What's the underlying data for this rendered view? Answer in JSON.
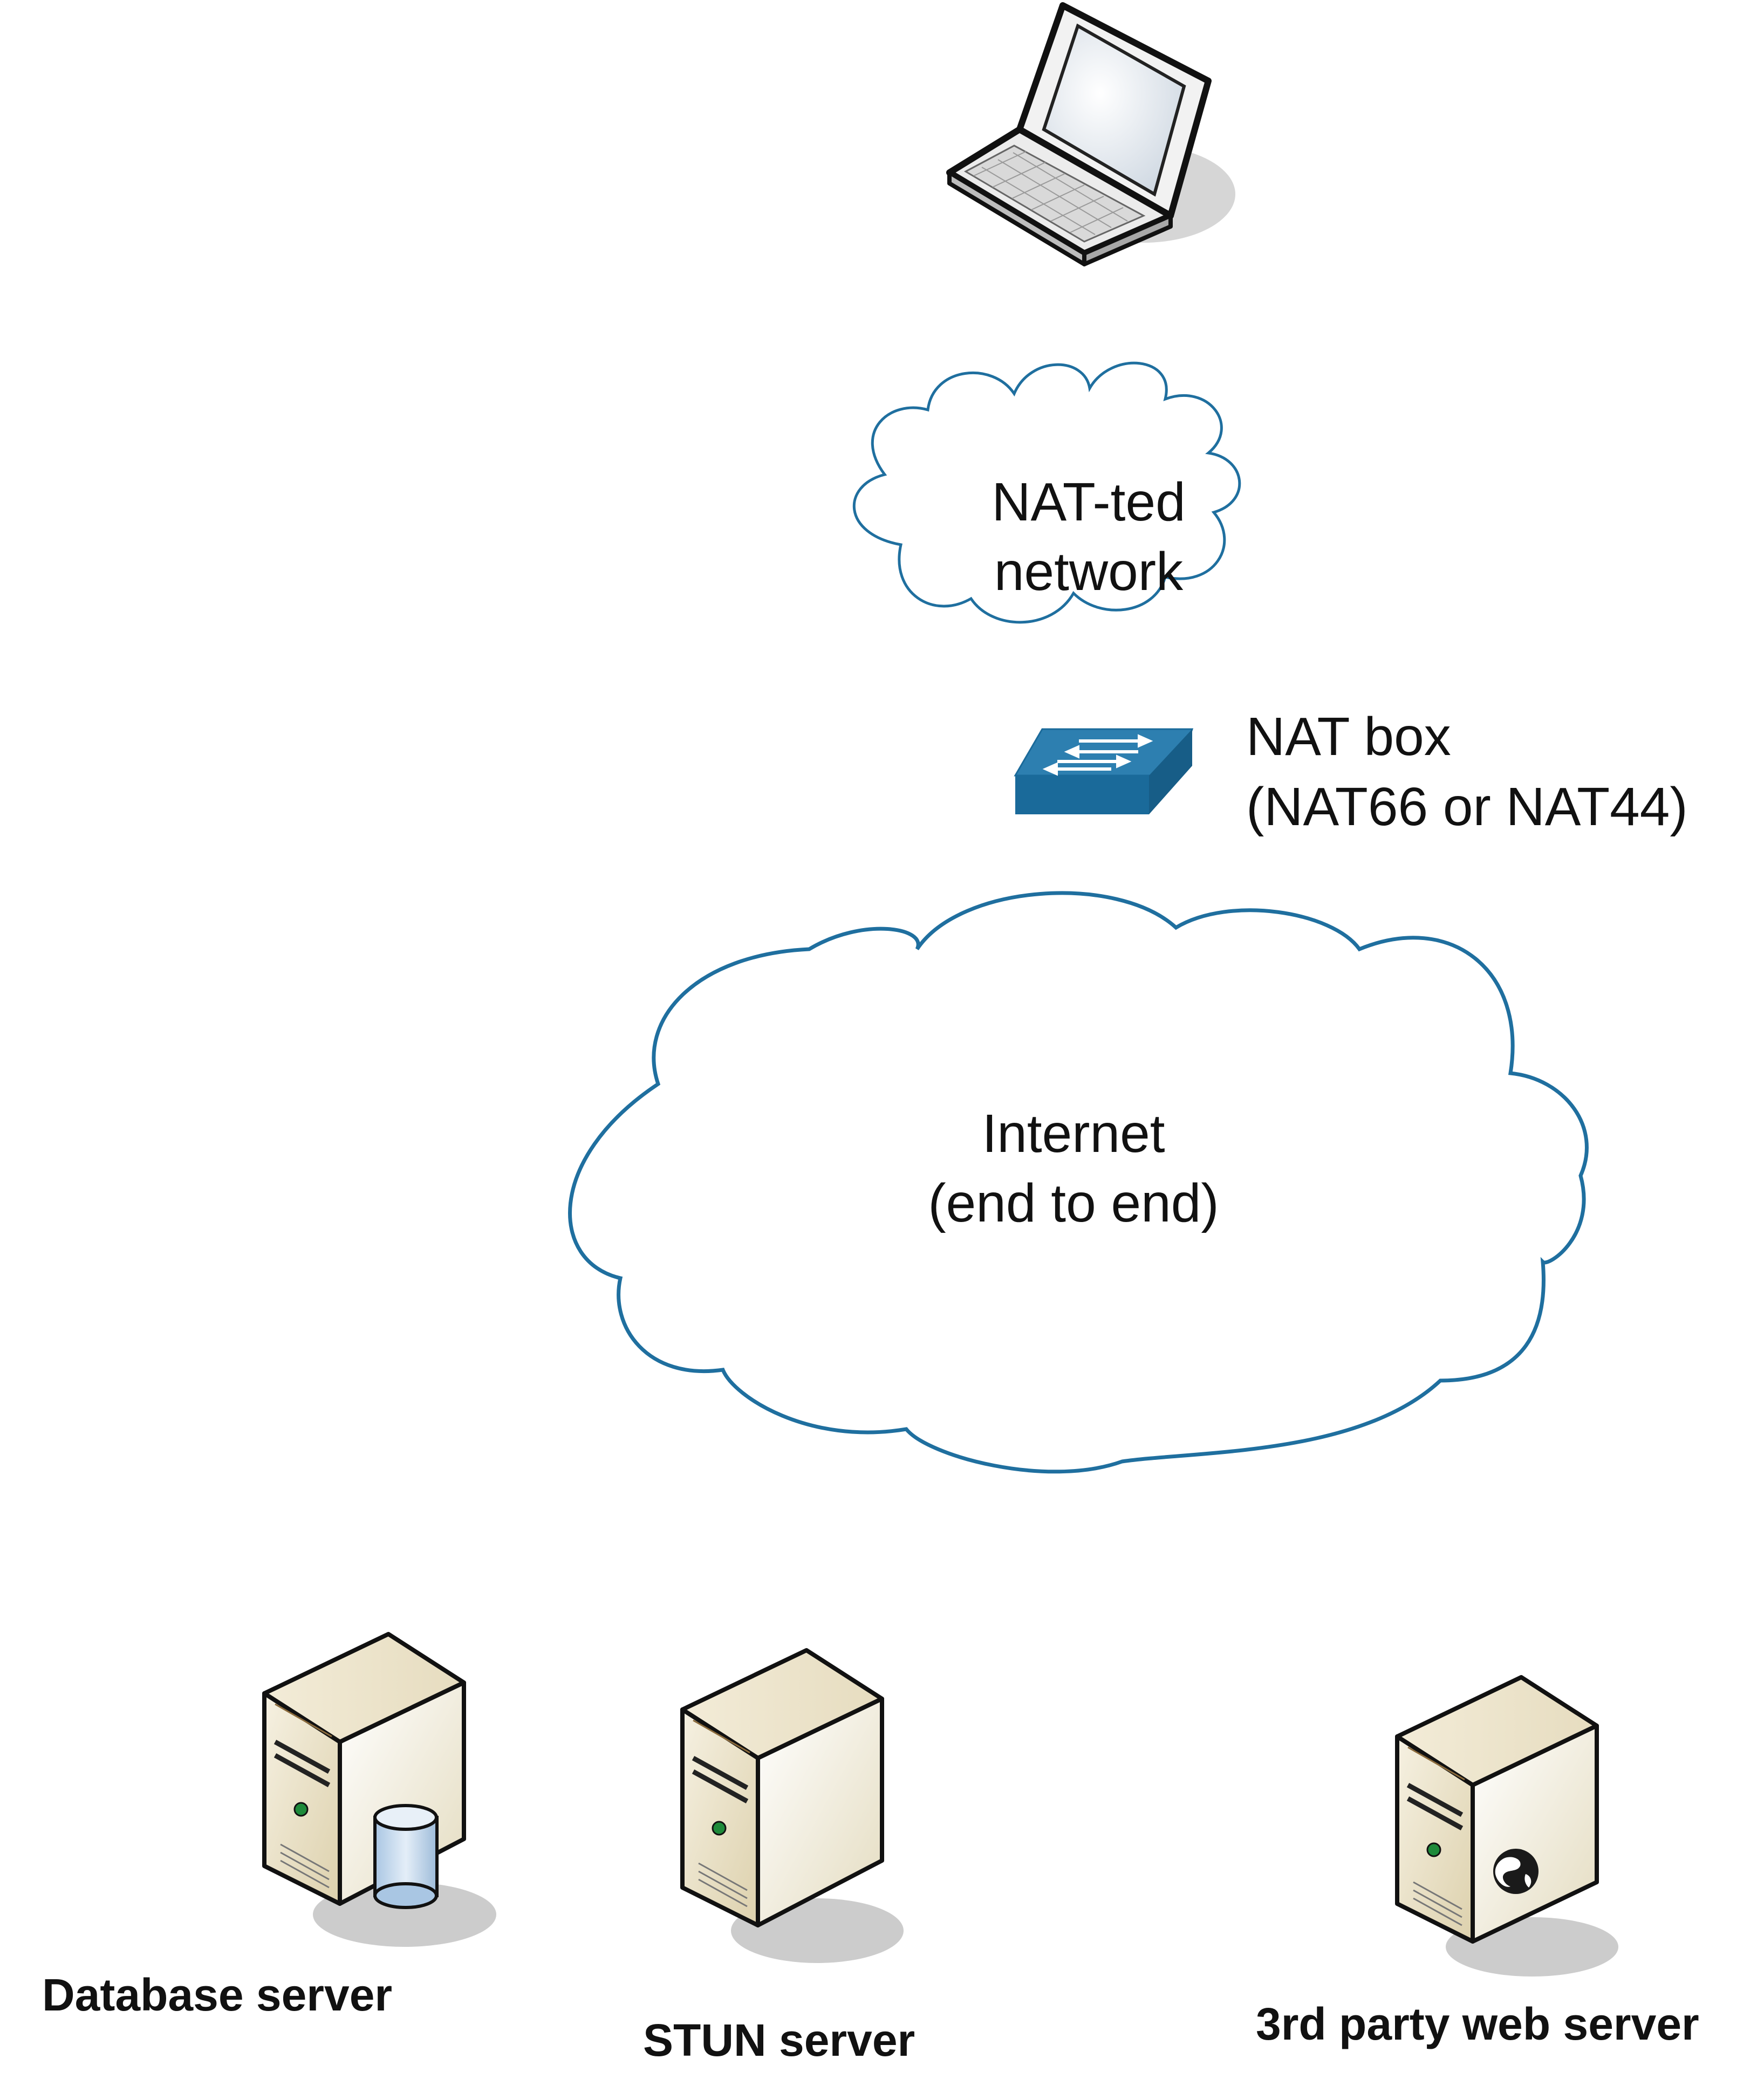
{
  "clouds": {
    "natted": {
      "line1": "NAT-ted",
      "line2": "network"
    },
    "internet": {
      "line1": "Internet",
      "line2": "(end to end)"
    }
  },
  "nat_box": {
    "line1": "NAT box",
    "line2": "(NAT66 or NAT44)"
  },
  "servers": {
    "database": "Database server",
    "stun": "STUN server",
    "web": "3rd party web server"
  },
  "colors": {
    "cloud_stroke": "#1f6f9f",
    "switch_top": "#2d7fb0",
    "switch_front": "#1a6a9a",
    "server_body": "#eae2c9"
  }
}
